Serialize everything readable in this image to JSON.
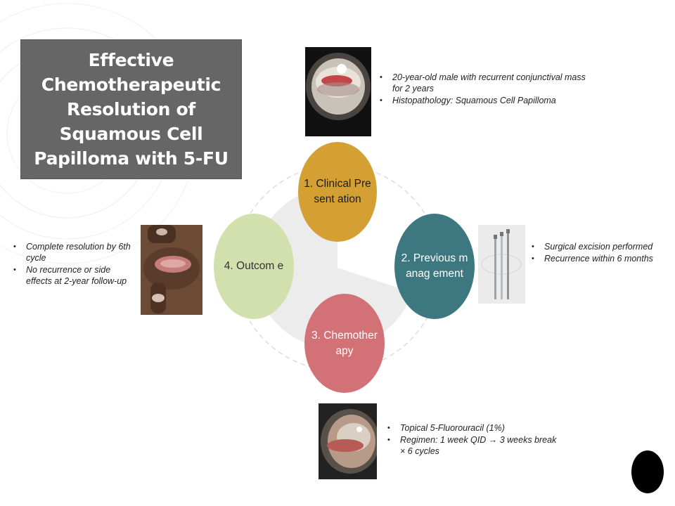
{
  "title": "Effective Chemotherapeutic Resolution of Squamous Cell Papilloma with 5-FU",
  "nodes": [
    {
      "label": "1. Clinical Present ation",
      "color": "#d4a033"
    },
    {
      "label": "2. Previous manag ement",
      "color": "#3d7880"
    },
    {
      "label": "3. Chemother apy",
      "color": "#d27277"
    },
    {
      "label": "4. Outcom e",
      "color": "#d2e0ae"
    }
  ],
  "details": {
    "clinical": [
      "20-year-old male with recurrent conjunctival mass for 2 years",
      "Histopathology: Squamous Cell Papilloma"
    ],
    "previous": [
      "Surgical excision performed",
      "Recurrence within 6 months"
    ],
    "chemo": [
      "Topical 5-Fluorouracil (1%)",
      "Regimen: 1 week QID → 3 weeks break × 6 cycles"
    ],
    "outcome": [
      "Complete resolution by 6th cycle",
      "No recurrence or side effects at 2-year follow-up"
    ]
  },
  "images": {
    "clinical_photo": "slit-lamp-eye-photo",
    "previous_photo": "surgical-instruments-photo",
    "chemo_photo": "slit-lamp-eye-photo",
    "outcome_photo": "everted-eyelid-photo"
  }
}
